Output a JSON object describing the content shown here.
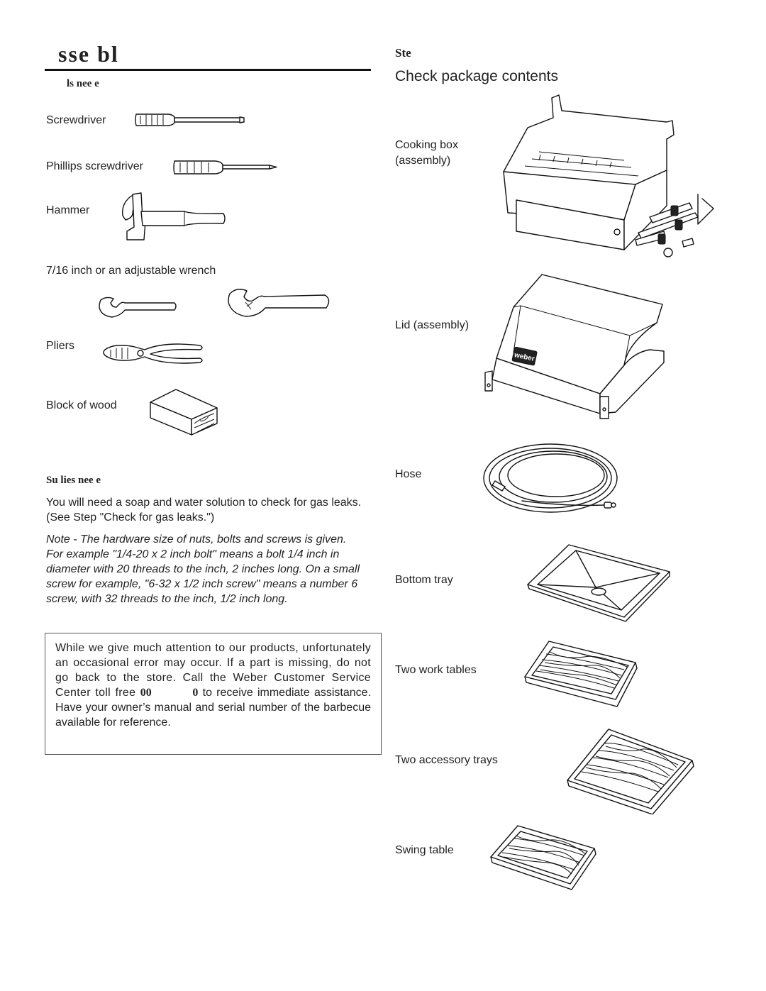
{
  "left": {
    "title": "sse  bl",
    "tools_heading": "ls nee  e",
    "tools": [
      "Screwdriver",
      "Phillips screwdriver",
      "Hammer",
      "7/16 inch or an adjustable wrench",
      "Pliers",
      "Block of wood"
    ],
    "supplies_heading": "Su    lies nee  e",
    "supplies_text": "You will need a soap and water solution to check for gas leaks. (See Step \"Check for gas leaks.\")",
    "note": "Note - The hardware size of nuts, bolts and screws is given. For example \"1/4-20 x 2 inch bolt\" means a bolt 1/4 inch in diameter with 20 threads to the inch, 2 inches long. On a small screw for example, \"6-32 x 1/2 inch screw\" means a number 6 screw, with 32 threads to the inch, 1/2 inch long.",
    "notice": {
      "text_before": "While we give much attention to our products, unfortunately an occasional error may occur. If a part is missing, do not go back to the store. Call the Weber Customer Service Center toll free ",
      "phone": "00          0",
      "text_after": " to receive immediate assistance. Have your owner’s manual and serial number of the barbecue available for reference."
    }
  },
  "right": {
    "step_heading": "Ste",
    "step_title": "Check package contents",
    "parts": {
      "cooking_box": "Cooking box (assembly)",
      "lid": "Lid (assembly)",
      "hose": "Hose",
      "bottom_tray": "Bottom tray",
      "work_tables": "Two work tables",
      "accessory_trays": "Two accessory trays",
      "swing_table": "Swing table"
    },
    "lid_logo": "weber"
  }
}
